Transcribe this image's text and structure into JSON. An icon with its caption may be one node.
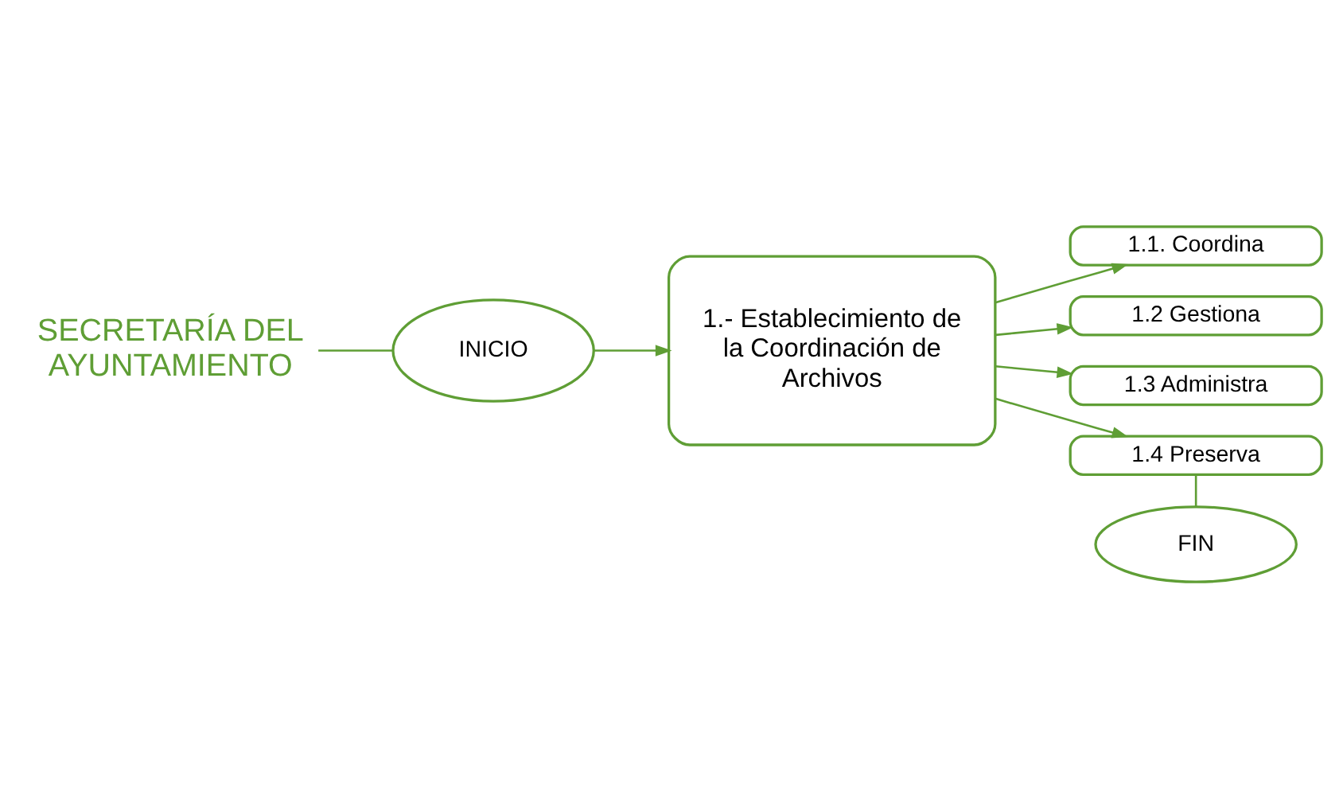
{
  "diagram": {
    "nodes": [
      {
        "text": [
          "SECRETARÍA DEL AYUNTAMIENTO"
        ]
      },
      {
        "text": [
          "INICIO"
        ]
      },
      {
        "text": [
          "1.- Establecimiento de la Coordinación de Archivos"
        ]
      },
      {
        "text": [
          "1.1. Coordina"
        ]
      },
      {
        "text": [
          "1.2 Gestiona"
        ]
      },
      {
        "text": [
          "1.3 Administra"
        ]
      },
      {
        "text": [
          "1.4 Preserva"
        ]
      },
      {
        "text": [
          "FIN"
        ]
      }
    ],
    "edges": [
      {
        "from": 0,
        "to": 1,
        "arrow": "none"
      },
      {
        "from": 1,
        "to": 2,
        "arrow": "to"
      },
      {
        "from": 2,
        "to": 3,
        "arrow": "to"
      },
      {
        "from": 2,
        "to": 4,
        "arrow": "to"
      },
      {
        "from": 2,
        "to": 5,
        "arrow": "to"
      },
      {
        "from": 2,
        "to": 6,
        "arrow": "to"
      },
      {
        "from": 6,
        "to": 7,
        "arrow": "none"
      }
    ]
  }
}
